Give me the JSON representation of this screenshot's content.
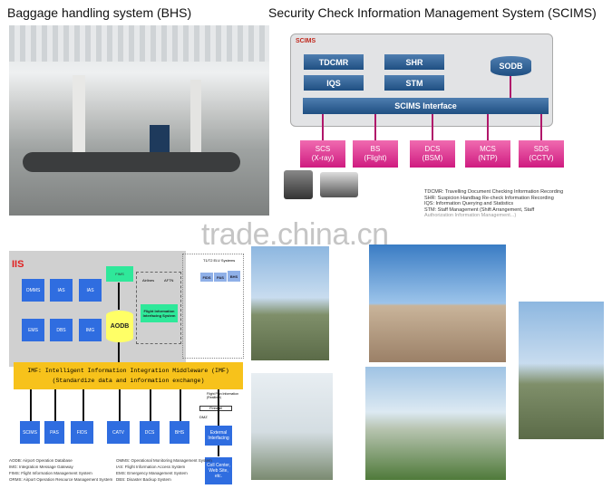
{
  "titles": {
    "bhs": "Baggage handling system (BHS)",
    "scims": "Security Check Information Management System (SCIMS)"
  },
  "watermark": "trade.china.cn",
  "scims": {
    "label": "SCIMS",
    "modules": [
      "TDCMR",
      "SHR",
      "IQS",
      "STM"
    ],
    "database": "SODB",
    "interface": "SCIMS Interface",
    "sources": [
      {
        "name": "SCS",
        "sub": "(X-ray)"
      },
      {
        "name": "BS",
        "sub": "(Flight)"
      },
      {
        "name": "DCS",
        "sub": "(BSM)"
      },
      {
        "name": "MCS",
        "sub": "(NTP)"
      },
      {
        "name": "SDS",
        "sub": "(CCTV)"
      }
    ],
    "legend": [
      "TDCMR: Travelling Document Checking Information Recording",
      "SHR: Suspicion Handbag Re-check Information Recording",
      "IQS: Information Querying and Statistics",
      "STM: Staff Management (Shift Arrangement, Staff",
      "Authorization Information Management...)"
    ]
  },
  "iis": {
    "label": "IIS",
    "subsystems": [
      "OMMS",
      "IAS",
      "IAS",
      "EMS",
      "DBS",
      "IMG"
    ],
    "fims": "FIMS",
    "aodb": "AODB",
    "airlines": "Airlines",
    "aftn": "AFTN",
    "flight_interface": "Flight Information Interfacing System",
    "elv_title": "T1/T2 ELV Systems",
    "elv": [
      "FIDS",
      "PAS",
      "BHS"
    ],
    "imf_line1": "IMF: Intelligent Information Integration Middleware (IMF)",
    "imf_line2": "(Standardize data and information exchange)",
    "flight_plan": "Flight Plan Information (Realtime)",
    "firewall": "Firewall",
    "dmz": "DMZ",
    "bottom": [
      "SCIMS",
      "PAS",
      "FIDS",
      "CATV",
      "DCS",
      "BHS"
    ],
    "external": "External Interfacing",
    "callcenter": "Coll Center, Web Site, etc.",
    "legend_left": [
      "AODB: Airport Operation Database",
      "IMG: Integration Message Gateway",
      "FIMS: Flight Information Management System",
      "ORMS: Airport Operation Resource Management System"
    ],
    "legend_right": [
      "OMMS: Operational Monitoring Management System",
      "IAS: Flight Information Access System",
      "EMS: Emergency  Management System",
      "DBS: Disaster Backup System"
    ]
  },
  "colors": {
    "scims_blue": "#1f4f82",
    "scims_pink": "#cf1b80",
    "iis_blue": "#2f6de0",
    "imf_yellow": "#f7c21b",
    "aodb_yellow": "#ffff66",
    "fims_green": "#2fe89a"
  }
}
